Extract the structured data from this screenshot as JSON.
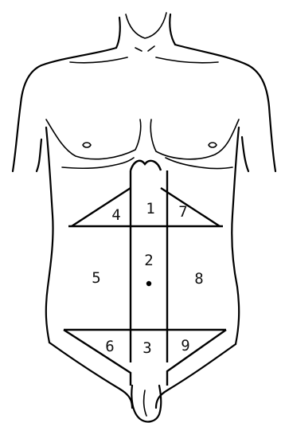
{
  "figure": {
    "regions": [
      {
        "id": "1",
        "label": "1"
      },
      {
        "id": "2",
        "label": "2"
      },
      {
        "id": "3",
        "label": "3"
      },
      {
        "id": "4",
        "label": "4"
      },
      {
        "id": "5",
        "label": "5"
      },
      {
        "id": "6",
        "label": "6"
      },
      {
        "id": "7",
        "label": "7"
      },
      {
        "id": "8",
        "label": "8"
      },
      {
        "id": "9",
        "label": "9"
      }
    ]
  }
}
